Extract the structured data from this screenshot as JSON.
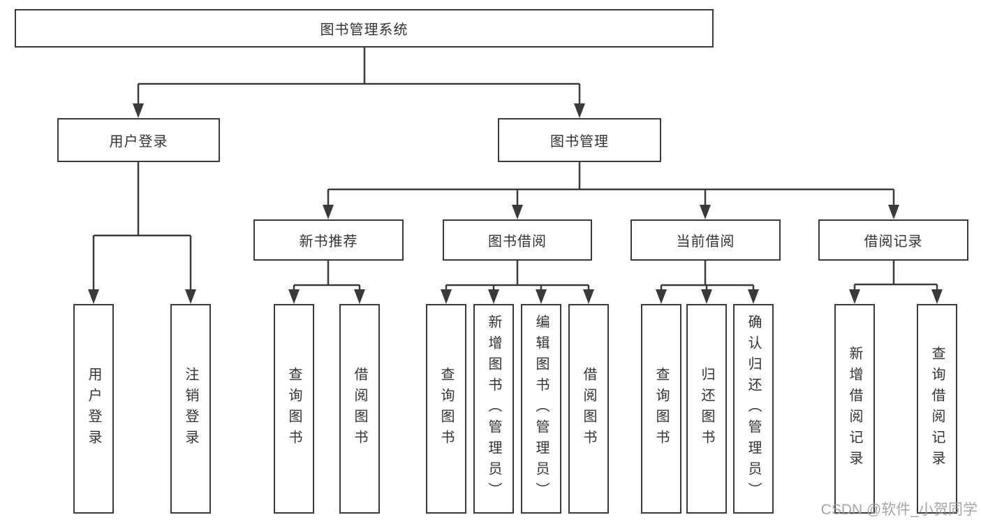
{
  "diagram": {
    "root": "图书管理系统",
    "level2": {
      "user_login": "用户登录",
      "book_mgmt": "图书管理"
    },
    "level3": {
      "new_books": "新书推荐",
      "borrowing": "图书借阅",
      "current": "当前借阅",
      "records": "借阅记录"
    },
    "leaves": {
      "login": "用户登录",
      "logout": "注销登录",
      "nb_query": "查询图书",
      "nb_borrow": "借阅图书",
      "bb_query": "查询图书",
      "bb_add": "新增图书（管理员）",
      "bb_edit": "编辑图书（管理员）",
      "bb_borrow": "借阅图书",
      "cb_query": "查询图书",
      "cb_return": "归还图书",
      "cb_confirm": "确认归还（管理员）",
      "rec_add": "新增借阅记录",
      "rec_query": "查询借阅记录"
    }
  },
  "watermark": "CSDN @软件_小贺同学",
  "colors": {
    "line": "#3a3a3a",
    "text": "#333333",
    "watermark": "#9e9e9e",
    "background": "#ffffff"
  }
}
